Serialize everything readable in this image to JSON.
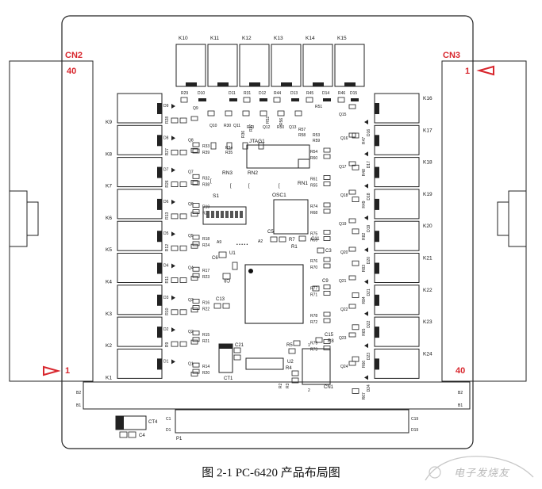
{
  "caption": "图 2-1   PC-6420 产品布局图",
  "watermark": "电子发烧友",
  "connectors": {
    "cn2": {
      "name": "CN2",
      "top_pin": "40",
      "bottom_pin": "1"
    },
    "cn3": {
      "name": "CN3",
      "top_pin": "1",
      "bottom_pin": "40"
    }
  },
  "top_relays": [
    "K10",
    "K11",
    "K12",
    "K13",
    "K14",
    "K15"
  ],
  "left_relays": [
    "K9",
    "K8",
    "K7",
    "K6",
    "K5",
    "K4",
    "K3",
    "K2",
    "K1"
  ],
  "right_relays": [
    "K16",
    "K17",
    "K18",
    "K19",
    "K20",
    "K21",
    "K22",
    "K23",
    "K24"
  ],
  "left_diodes": [
    "D9",
    "D8",
    "D7",
    "D6",
    "D5",
    "D4",
    "D3",
    "D2",
    "D1"
  ],
  "left_resistors_r28": [
    "R28",
    "R27",
    "R26",
    "R13",
    "R12",
    "R11",
    "R10",
    "R9"
  ],
  "left_transistors": [
    "Q9",
    "Q8",
    "Q7",
    "Q6",
    "Q5",
    "Q4",
    "Q3",
    "Q2",
    "Q1"
  ],
  "left_res_pairs": [
    [
      "R33",
      "R39"
    ],
    [
      "R32",
      "R38"
    ],
    [
      "R19",
      "R25"
    ],
    [
      "R18",
      "R24"
    ],
    [
      "R17",
      "R23"
    ],
    [
      "R16",
      "R22"
    ],
    [
      "R15",
      "R21"
    ],
    [
      "R14",
      "R20"
    ]
  ],
  "top_diode_row": [
    "R29",
    "D10",
    "D11",
    "R31",
    "D12",
    "R44",
    "D13",
    "R45",
    "D14",
    "R46",
    "D15"
  ],
  "upper_block": [
    "Q10",
    "R30",
    "Q11",
    "R43",
    "Q12",
    "R50",
    "Q13",
    "R51",
    "R57",
    "R58",
    "R53",
    "R59",
    "R36",
    "R37",
    "R34",
    "R35",
    "R52",
    "R56"
  ],
  "right_diodes": [
    "D16",
    "D17",
    "D18",
    "D19",
    "D20",
    "D21",
    "D22",
    "D23",
    "D24"
  ],
  "right_transistors": [
    "Q15",
    "Q16",
    "Q17",
    "Q18",
    "Q19",
    "Q20",
    "Q21",
    "Q22",
    "Q23",
    "Q24"
  ],
  "right_res_column": [
    "R47",
    "R48",
    "R49",
    "R82",
    "R83",
    "R84",
    "R65",
    "R66",
    "R67"
  ],
  "right_res_pairs": [
    [
      "R54",
      "R60"
    ],
    [
      "R61",
      "R55"
    ],
    [
      "R74",
      "R68"
    ],
    [
      "R75",
      "R69"
    ],
    [
      "R76",
      "R70"
    ],
    [
      "R77",
      "R71"
    ],
    [
      "R78",
      "R72"
    ],
    [
      "R79",
      "R73"
    ]
  ],
  "center": {
    "jtag": "JTAG1",
    "rn1": "RN1",
    "rn2": "RN2",
    "rn3": "RN3",
    "osc": "OSC1",
    "s1": "S1",
    "c5": "C5",
    "r7": "R7",
    "r1": "R1",
    "c11": "C11",
    "a9": "A9",
    "a2": "A2",
    "u1": "U1",
    "c6": "C6",
    "c8": "C8",
    "c13": "C13",
    "c21": "C21",
    "ct1": "CT1",
    "c3": "C3",
    "c9": "C9",
    "c15": "C15",
    "r8": "R8",
    "r5": "R5",
    "u2": "U2",
    "r4": "R4",
    "r2": "R2",
    "r3": "R3",
    "cn1": "CN1",
    "pin2": "2",
    "pin1": "1"
  },
  "bottom": {
    "ct4": "CT4",
    "c4": "C4",
    "p1": "P1",
    "p1_pins": [
      "B1",
      "B2",
      "C1",
      "C19",
      "D1",
      "D19"
    ]
  }
}
